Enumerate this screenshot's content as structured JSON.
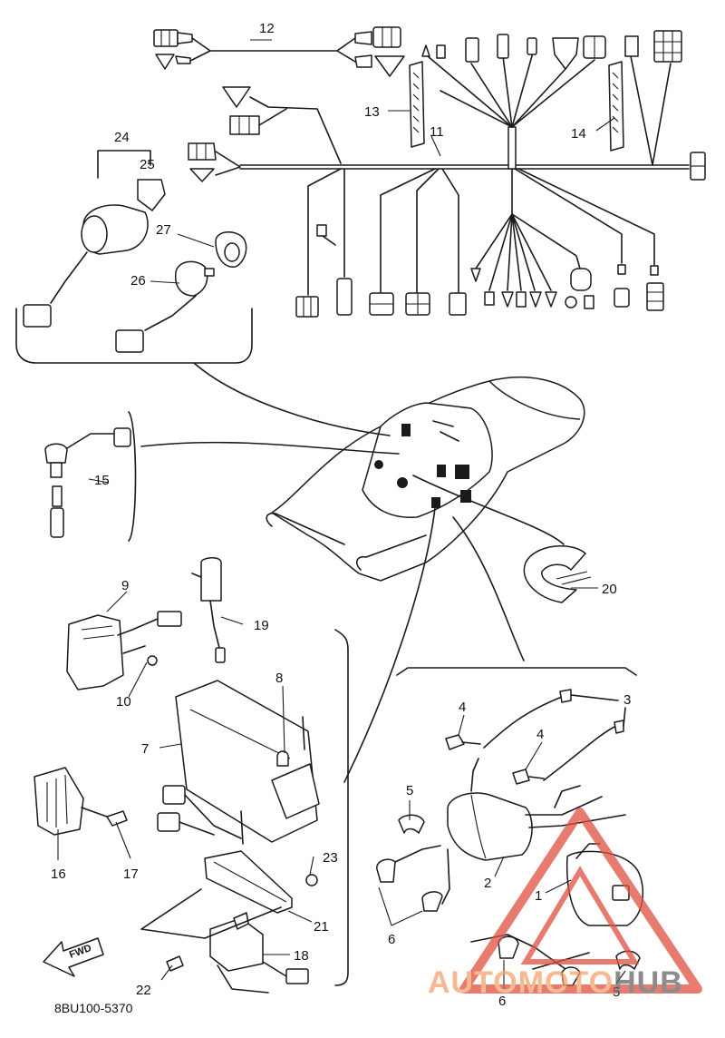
{
  "part_number": "8BU100-5370",
  "direction_label": "FWD",
  "watermark": {
    "part1": "AUTO",
    "part2": "MOTO",
    "part3": "HUB",
    "color_main": "#f4a26b",
    "color_accent": "#e05040",
    "color_dark": "#666666"
  },
  "callouts": {
    "c1": "1",
    "c2": "2",
    "c3": "3",
    "c4a": "4",
    "c4b": "4",
    "c5a": "5",
    "c5b": "5",
    "c6a": "6",
    "c6b": "6",
    "c7": "7",
    "c8": "8",
    "c9": "9",
    "c10": "10",
    "c11": "11",
    "c12": "12",
    "c13": "13",
    "c14": "14",
    "c15": "15",
    "c16": "16",
    "c17": "17",
    "c18": "18",
    "c19": "19",
    "c20": "20",
    "c21": "21",
    "c22": "22",
    "c23": "23",
    "c24": "24",
    "c25": "25",
    "c26": "26",
    "c27": "27"
  }
}
